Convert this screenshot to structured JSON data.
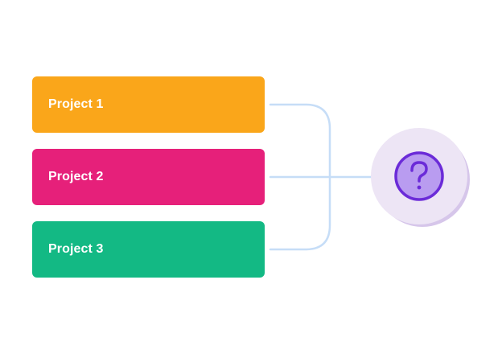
{
  "projects": [
    {
      "label": "Project 1",
      "color": "#FAA61A"
    },
    {
      "label": "Project 2",
      "color": "#E6207A"
    },
    {
      "label": "Project 3",
      "color": "#13B984"
    }
  ],
  "connector_color": "#C6DDF7",
  "question_node": {
    "icon": "question-mark-icon",
    "fill": "#EDE5F5",
    "shadow": "#D6C6EA",
    "icon_stroke": "#6B2BD8",
    "icon_fill": "#B99CF0"
  }
}
